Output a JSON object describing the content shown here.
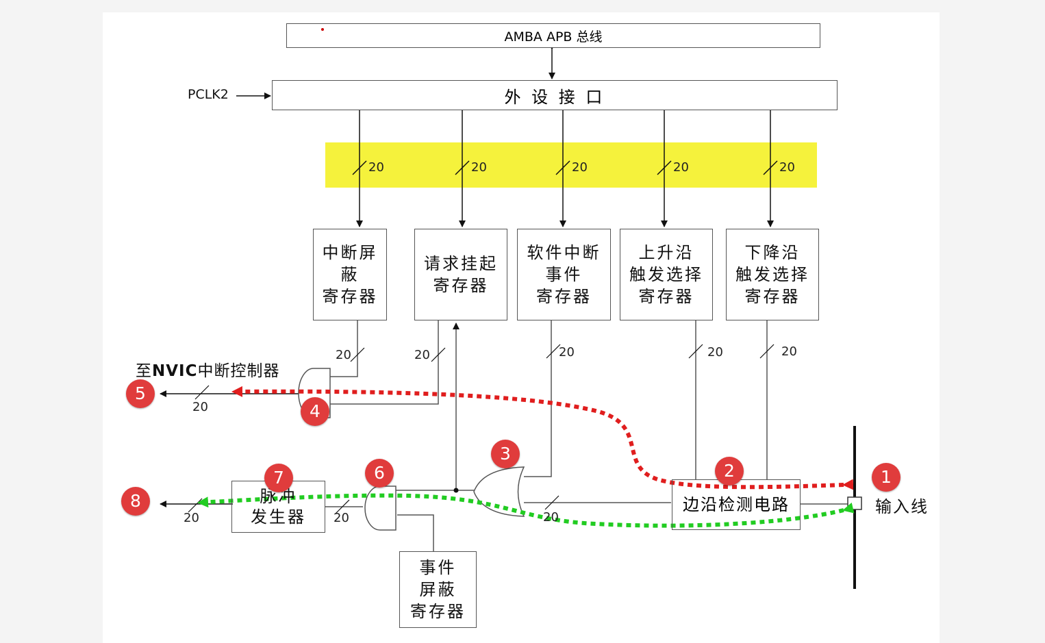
{
  "bus": {
    "label": "AMBA APB 总线"
  },
  "clock": {
    "label": "PCLK2"
  },
  "interface": {
    "label": "外 设 接 口"
  },
  "highlight_color": "#f5f23c",
  "bus_width": "20",
  "registers": [
    {
      "label": "中断屏蔽\n寄存器"
    },
    {
      "label": "请求挂起\n寄存器"
    },
    {
      "label": "软件中断\n事件\n寄存器"
    },
    {
      "label": "上升沿\n触发选择\n寄存器"
    },
    {
      "label": "下降沿\n触发选择\n寄存器"
    }
  ],
  "nvic": {
    "prefix": "至",
    "bold": "NVIC",
    "suffix": "中断控制器"
  },
  "edge_detector": {
    "label": "边沿检测电路"
  },
  "pulse_generator": {
    "label": "脉冲\n发生器"
  },
  "event_mask": {
    "label": "事件\n屏蔽\n寄存器"
  },
  "input_line": {
    "label": "输入线"
  },
  "badges": [
    "1",
    "2",
    "3",
    "4",
    "5",
    "6",
    "7",
    "8"
  ],
  "path_colors": {
    "interrupt": "#e01e1e",
    "event": "#22cc22",
    "badge": "#e03c3c"
  }
}
